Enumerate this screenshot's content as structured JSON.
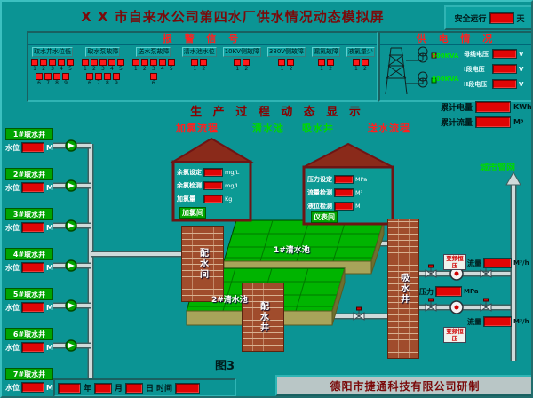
{
  "window": {
    "title": "X X 市自来水公司第四水厂供水情况动态模拟屏"
  },
  "safe_run": {
    "label": "安全运行",
    "unit": "天"
  },
  "alarm": {
    "title": "报 警 信 号",
    "groups": [
      {
        "label": "取水井水位低",
        "lamps": 9
      },
      {
        "label": "取水泵故障",
        "lamps": 9
      },
      {
        "label": "送水泵故障",
        "lamps": 6
      },
      {
        "label": "清水池水位",
        "lamps": 2
      },
      {
        "label": "10KV侧故障",
        "lamps": 2
      },
      {
        "label": "380V侧故障",
        "lamps": 2
      },
      {
        "label": "漏氯故障",
        "lamps": 2
      },
      {
        "label": "液氯量少",
        "lamps": 2
      }
    ]
  },
  "power": {
    "title": "供 电 情 况",
    "bus": {
      "label": "母线电压",
      "unit": "V"
    },
    "transformers": [
      {
        "kva": "500KVA",
        "line": "I段电压",
        "unit": "V"
      },
      {
        "kva": "800KVA",
        "line": "II段电压",
        "unit": "V"
      }
    ]
  },
  "totals": [
    {
      "label": "累计电量",
      "unit": "KWh"
    },
    {
      "label": "累计流量",
      "unit": "M³"
    }
  ],
  "process": {
    "title": "生 产 过 程 动 态 显 示",
    "stages": [
      {
        "label": "加氯流程",
        "color": "red"
      },
      {
        "label": "清水池",
        "color": "green"
      },
      {
        "label": "吸水井",
        "color": "green"
      },
      {
        "label": "送水流程",
        "color": "red"
      }
    ]
  },
  "wells": {
    "ids": [
      1,
      2,
      3,
      4,
      5,
      6,
      7
    ],
    "label_suffix": "#取水井",
    "level_label": "水位",
    "unit": "M"
  },
  "chlorine_house": {
    "name": "加氯间",
    "rows": [
      {
        "label": "余氯设定",
        "unit": "mg/L"
      },
      {
        "label": "余氯检测",
        "unit": "mg/L"
      },
      {
        "label": "加氯量",
        "unit": "Kg"
      }
    ]
  },
  "meter_house": {
    "name": "仪表间",
    "rows": [
      {
        "label": "压力设定",
        "unit": "MPa"
      },
      {
        "label": "流量检测",
        "unit": "M³"
      },
      {
        "label": "液位检测",
        "unit": "M"
      }
    ]
  },
  "structures": {
    "distribution": "配水间",
    "distribution_well": "配水井",
    "pools": [
      "1#清水池",
      "2#清水池"
    ],
    "suction_well": "吸水井",
    "city_net": "城市管网"
  },
  "delivery": {
    "vfd_labels": [
      "变频恒压",
      "变频恒压"
    ],
    "pressure": {
      "label": "压力",
      "unit": "MPa"
    },
    "flows": [
      {
        "label": "流量",
        "unit": "M³/h"
      },
      {
        "label": "流量",
        "unit": "M³/h"
      }
    ]
  },
  "footer": {
    "figure": "图3",
    "date_fields": [
      "年",
      "月",
      "日",
      "时间"
    ],
    "company": "德阳市捷通科技有限公司研制"
  },
  "colors": {
    "background": "#0b9494",
    "led_red": "#e00505",
    "lamp_red": "#ff1a1a",
    "green_box": "#00a400",
    "title_maroon": "#7a0a0a",
    "signal_red": "#ff2020",
    "bright_green": "#00d800"
  }
}
